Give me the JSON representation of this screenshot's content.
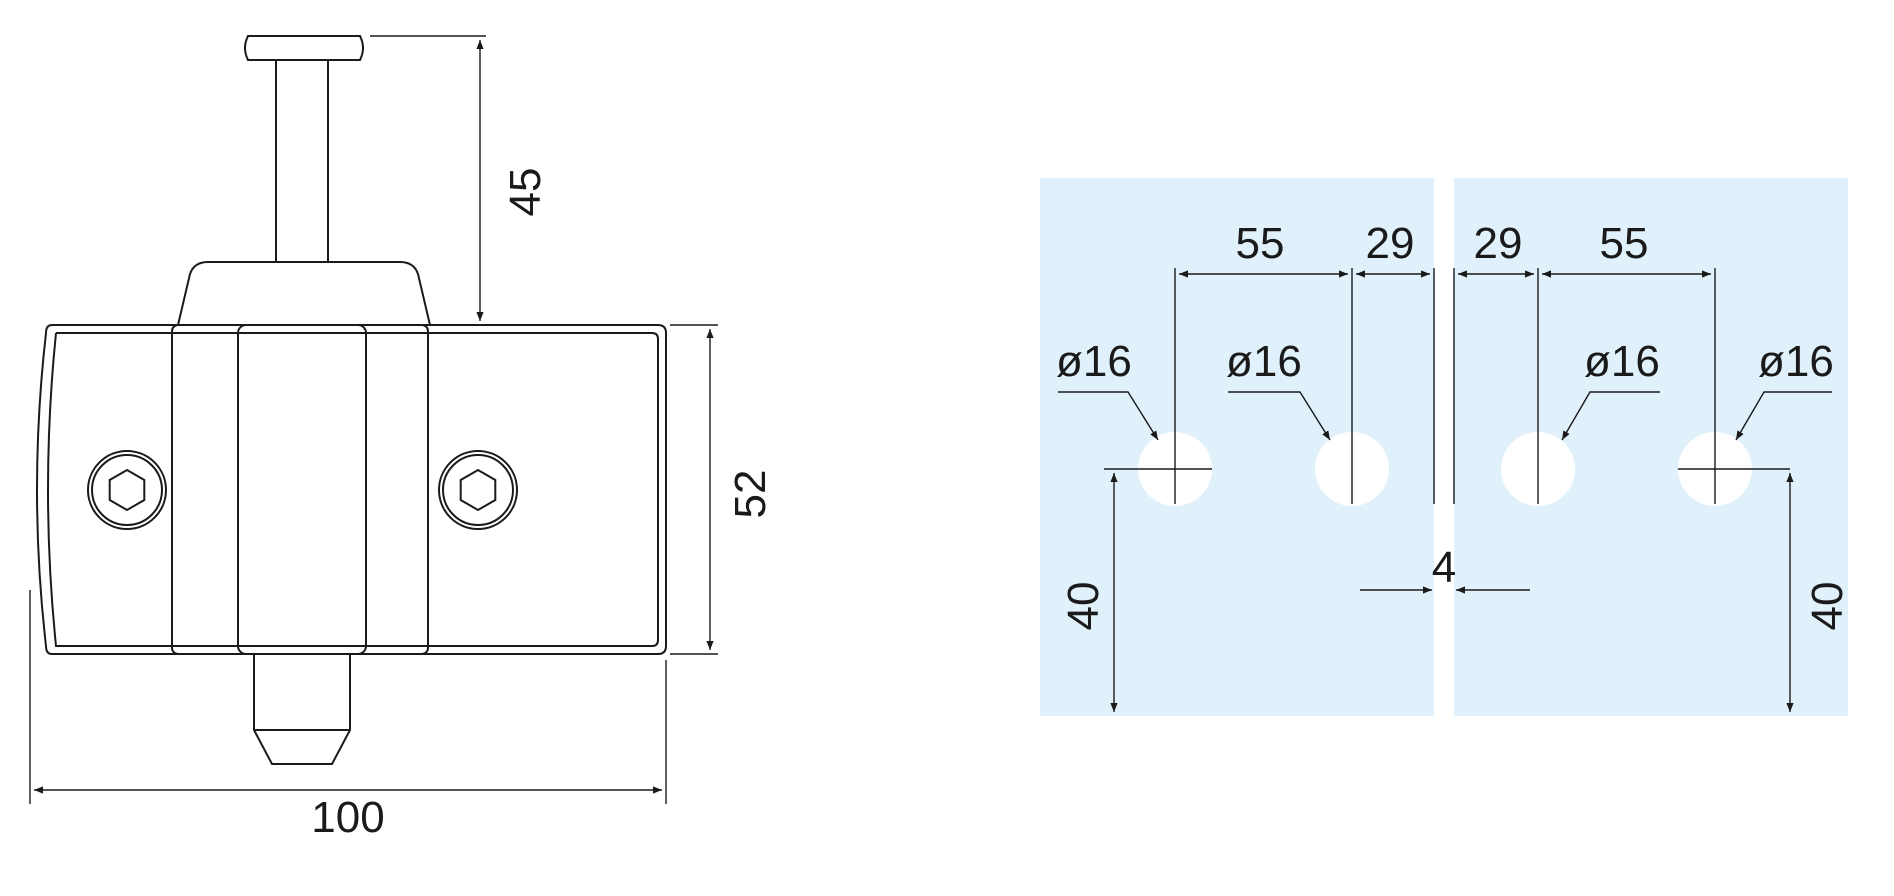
{
  "colors": {
    "line": "#1a1a1a",
    "glass": "#e0f1fb",
    "hole": "#ffffff"
  },
  "front_view": {
    "dim_height_pin": "45",
    "dim_height_body": "52",
    "dim_width": "100",
    "screw_icon": "hex-socket-screw-icon"
  },
  "hole_layout": {
    "dim_spacing_left": "55",
    "dim_edge_left": "29",
    "dim_edge_right": "29",
    "dim_spacing_right": "55",
    "hole_1": "ø16",
    "hole_2": "ø16",
    "hole_3": "ø16",
    "hole_4": "ø16",
    "dim_gap": "4",
    "dim_height_left": "40",
    "dim_height_right": "40"
  }
}
